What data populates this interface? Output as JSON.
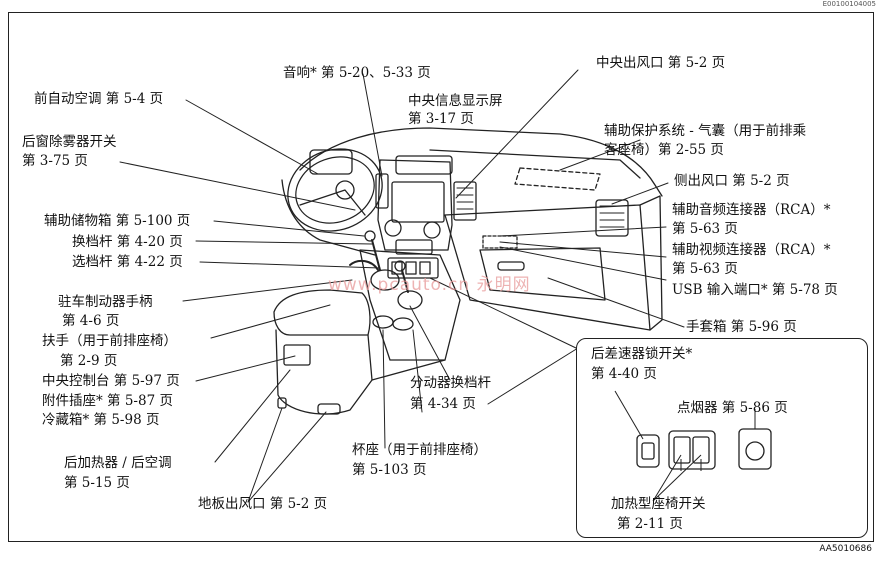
{
  "doc_code_top": "E00100104005",
  "figure_code": "AA5010686",
  "watermark": "www.pcauto.cn 永明网",
  "labels": {
    "front_ac": "前自动空调 第 5-4 页",
    "audio": "音响* 第 5-20、5-33 页",
    "center_vent": "中央出风口 第 5-2 页",
    "info_display_1": "中央信息显示屏",
    "info_display_2": "第 3-17 页",
    "rear_defog_1": "后窗除雾器开关",
    "rear_defog_2": "第 3-75 页",
    "srs_1": "辅助保护系统 - 气囊（用于前排乘",
    "srs_2": "客座椅）第 2-55 页",
    "side_vent": "侧出风口 第 5-2 页",
    "aux_storage": "辅助储物箱 第 5-100 页",
    "shift_lever": "换档杆 第 4-20 页",
    "selector_lever": "选档杆 第 4-22 页",
    "aux_audio_1": "辅助音频连接器（RCA）*",
    "aux_audio_2": "第 5-63 页",
    "aux_video_1": "辅助视频连接器（RCA）*",
    "aux_video_2": "第 5-63 页",
    "usb": "USB 输入端口* 第 5-78 页",
    "parking_brake_1": "驻车制动器手柄",
    "parking_brake_2": "第 4-6 页",
    "glove_box": "手套箱 第 5-96 页",
    "armrest_1": "扶手（用于前排座椅）",
    "armrest_2": "第 2-9 页",
    "console": "中央控制台 第 5-97 页",
    "accessory_socket": "附件插座* 第 5-87 页",
    "cooler_box": "冷藏箱* 第 5-98 页",
    "transfer_lever_1": "分动器换档杆",
    "transfer_lever_2": "第 4-34 页",
    "rear_heater_1": "后加热器 / 后空调",
    "rear_heater_2": "第 5-15 页",
    "cup_holder_1": "杯座（用于前排座椅）",
    "cup_holder_2": "第 5-103 页",
    "floor_vent": "地板出风口 第 5-2 页",
    "diff_lock_1": "后差速器锁开关*",
    "diff_lock_2": "第 4-40 页",
    "lighter": "点烟器 第 5-86 页",
    "seat_heater_1": "加热型座椅开关",
    "seat_heater_2": "第 2-11 页"
  }
}
